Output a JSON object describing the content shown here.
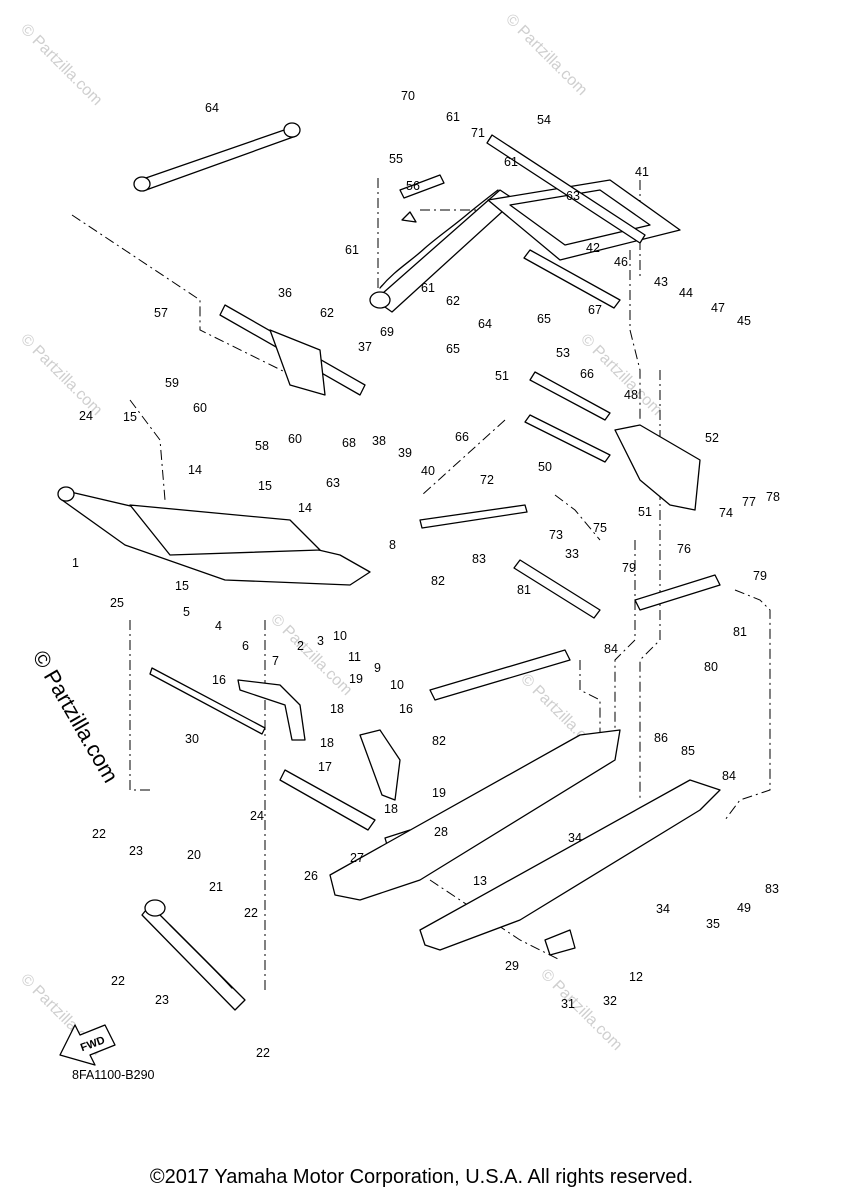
{
  "diagram": {
    "callouts": [
      "1",
      "2",
      "3",
      "4",
      "5",
      "6",
      "7",
      "8",
      "9",
      "10",
      "11",
      "12",
      "13",
      "14",
      "15",
      "16",
      "17",
      "18",
      "19",
      "20",
      "21",
      "22",
      "23",
      "24",
      "25",
      "26",
      "27",
      "28",
      "29",
      "30",
      "31",
      "32",
      "33",
      "34",
      "35",
      "36",
      "37",
      "38",
      "39",
      "40",
      "41",
      "42",
      "43",
      "44",
      "45",
      "46",
      "47",
      "48",
      "49",
      "50",
      "51",
      "52",
      "53",
      "54",
      "55",
      "56",
      "57",
      "58",
      "59",
      "60",
      "61",
      "62",
      "63",
      "64",
      "65",
      "66",
      "67",
      "68",
      "69",
      "70",
      "71",
      "72",
      "73",
      "74",
      "75",
      "76",
      "77",
      "78",
      "79",
      "80",
      "81",
      "82",
      "83",
      "84",
      "85",
      "86"
    ],
    "code": "8FA1100-B290",
    "fwd_label": "FWD",
    "watermark": "© Partzilla.com",
    "copyright": "©2017 Yamaha Motor Corporation, U.S.A. All rights reserved."
  },
  "colors": {
    "line": "#000000",
    "watermark": "#cfcfcf",
    "background": "#ffffff"
  }
}
